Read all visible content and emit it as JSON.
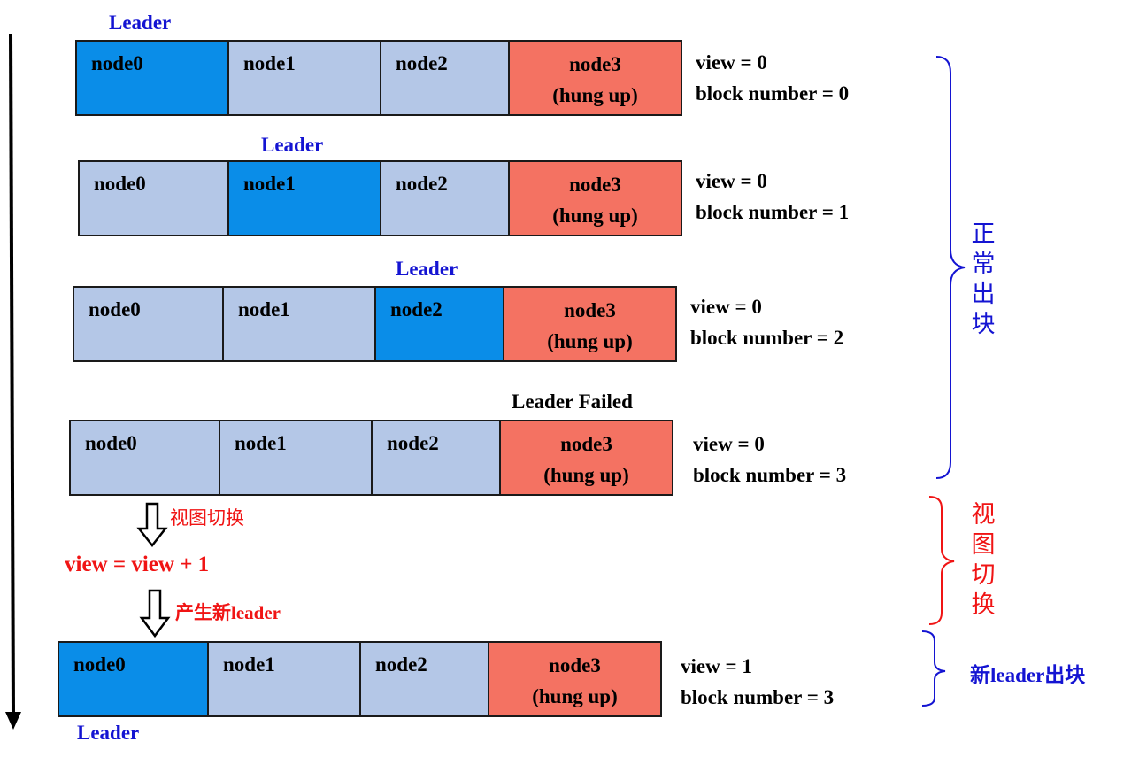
{
  "rows": [
    {
      "leader_tag": "Leader",
      "cells": [
        "node0",
        "node1",
        "node2"
      ],
      "hung_cell": {
        "line1": "node3",
        "line2": "(hung up)"
      },
      "status": {
        "view": "view = 0",
        "block": "block number = 0"
      }
    },
    {
      "leader_tag": "Leader",
      "cells": [
        "node0",
        "node1",
        "node2"
      ],
      "hung_cell": {
        "line1": "node3",
        "line2": "(hung up)"
      },
      "status": {
        "view": "view = 0",
        "block": "block number = 1"
      }
    },
    {
      "leader_tag": "Leader",
      "cells": [
        "node0",
        "node1",
        "node2"
      ],
      "hung_cell": {
        "line1": "node3",
        "line2": "(hung up)"
      },
      "status": {
        "view": "view = 0",
        "block": "block number = 2"
      }
    },
    {
      "failed_tag": "Leader Failed",
      "cells": [
        "node0",
        "node1",
        "node2"
      ],
      "hung_cell": {
        "line1": "node3",
        "line2": "(hung up)"
      },
      "status": {
        "view": "view = 0",
        "block": "block number = 3"
      }
    },
    {
      "leader_tag": "Leader",
      "cells": [
        "node0",
        "node1",
        "node2"
      ],
      "hung_cell": {
        "line1": "node3",
        "line2": "(hung up)"
      },
      "status": {
        "view": "view = 1",
        "block": "block number = 3"
      }
    }
  ],
  "transition": {
    "step1_label": "视图切换",
    "formula": "view = view + 1",
    "step2_label": "产生新leader"
  },
  "side": {
    "normal": "正常出块",
    "view_change": "视图切换",
    "new_leader": "新leader出块"
  },
  "colors": {
    "leader_cell": "#0a8de8",
    "normal_cell": "#b4c7e7",
    "hung_cell": "#f47262",
    "leader_text": "#1414d2",
    "view_change": "#f01414"
  }
}
